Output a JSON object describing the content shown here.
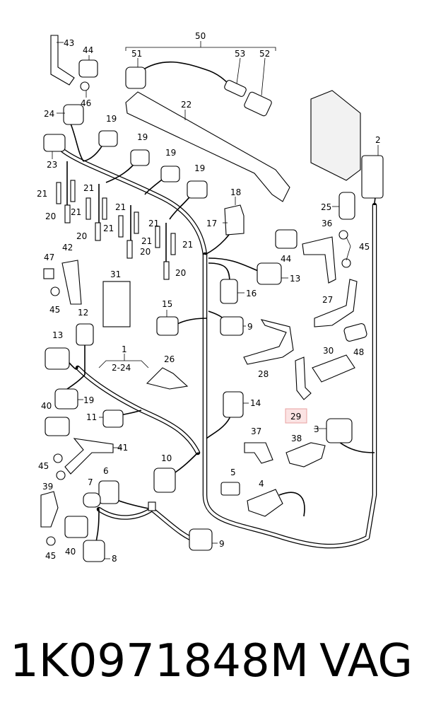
{
  "diagram": {
    "callouts": {
      "c43": "43",
      "c44": "44",
      "c46": "46",
      "c24": "24",
      "c23": "23",
      "c50": "50",
      "c51": "51",
      "c53": "53",
      "c52": "52",
      "c22": "22",
      "c19a": "19",
      "c19b": "19",
      "c19c": "19",
      "c19d": "19",
      "c21a": "21",
      "c21b": "21",
      "c21c": "21",
      "c21d": "21",
      "c21e": "21",
      "c21f": "21",
      "c21g": "21",
      "c21h": "21",
      "c20a": "20",
      "c20b": "20",
      "c20c": "20",
      "c20d": "20",
      "c18": "18",
      "c17": "17",
      "c2": "2",
      "c25": "25",
      "c36": "36",
      "c45a": "45",
      "c47": "47",
      "c42": "42",
      "c45b": "45",
      "c31": "31",
      "c44b": "44",
      "c13a": "13",
      "c16": "16",
      "c15": "15",
      "c9a": "9",
      "c27": "27",
      "c12": "12",
      "c13b": "13",
      "c1": "1",
      "c2_24": "2-24",
      "c26": "26",
      "c48": "48",
      "c30": "30",
      "c28": "28",
      "c19e": "19",
      "c40a": "40",
      "c14": "14",
      "c29": "29",
      "c11": "11",
      "c41": "41",
      "c3": "3",
      "c45c": "45",
      "c37": "37",
      "c38": "38",
      "c10": "10",
      "c6": "6",
      "c7": "7",
      "c5": "5",
      "c4": "4",
      "c39": "39",
      "c40b": "40",
      "c45d": "45",
      "c8": "8",
      "c9b": "9"
    },
    "highlight_color": "#fbe3e3"
  },
  "footer": {
    "part_number": "1K0971848M",
    "brand": "VAG"
  }
}
